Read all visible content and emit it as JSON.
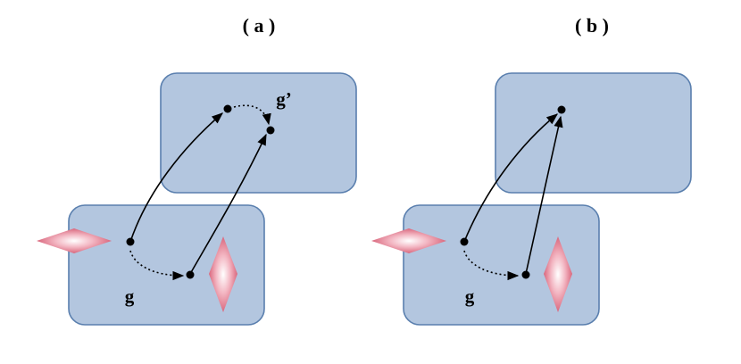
{
  "colors": {
    "box_fill": "#b3c6df",
    "box_stroke": "#5a7fae",
    "diamond_edge": "#d4566e",
    "diamond_center": "#ffffff",
    "ink": "#000000"
  },
  "panels": [
    {
      "title": "( a )",
      "start_label": "g",
      "end_label": "g’"
    },
    {
      "title": "( b )",
      "start_label": "g"
    }
  ]
}
